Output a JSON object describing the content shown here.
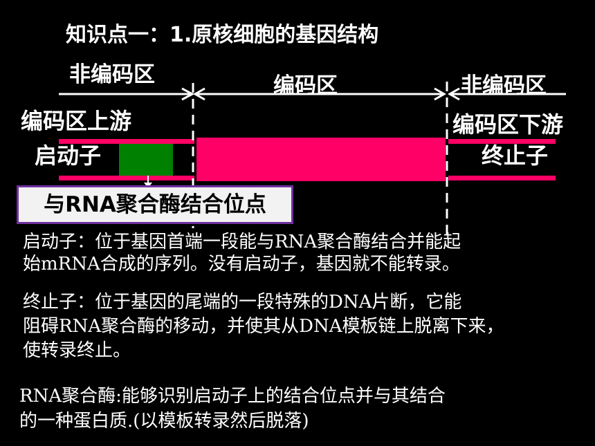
{
  "slide": {
    "title": "知识点一：1.原核细胞的基因结构",
    "diagram": {
      "noncoding_left": "非编码区",
      "coding": "编码区",
      "noncoding_right": "非编码区",
      "upstream": "编码区上游",
      "downstream": "编码区下游",
      "promoter": "启动子",
      "terminator": "终止子",
      "binding_site_label": "与RNA聚合酶结合位点",
      "colors": {
        "dna_strand": "#ff0066",
        "binding_site": "#008000",
        "label_border": "#7030a0",
        "label_bg": "#f2f2f2"
      }
    },
    "definitions": {
      "promoter_line1": "启动子：位于基因首端一段能与RNA聚合酶结合并能起",
      "promoter_line2": "始mRNA合成的序列。没有启动子，基因就不能转录。",
      "terminator_line1": "终止子：位于基因的尾端的一段特殊的DNA片断，它能",
      "terminator_line2": "阻碍RNA聚合酶的移动，并使其从DNA模板链上脱离下来，",
      "terminator_line3": "使转录终止。",
      "polymerase_line1": "RNA聚合酶:能够识别启动子上的结合位点并与其结合",
      "polymerase_line2": "的一种蛋白质.(以模板转录然后脱落)"
    }
  }
}
